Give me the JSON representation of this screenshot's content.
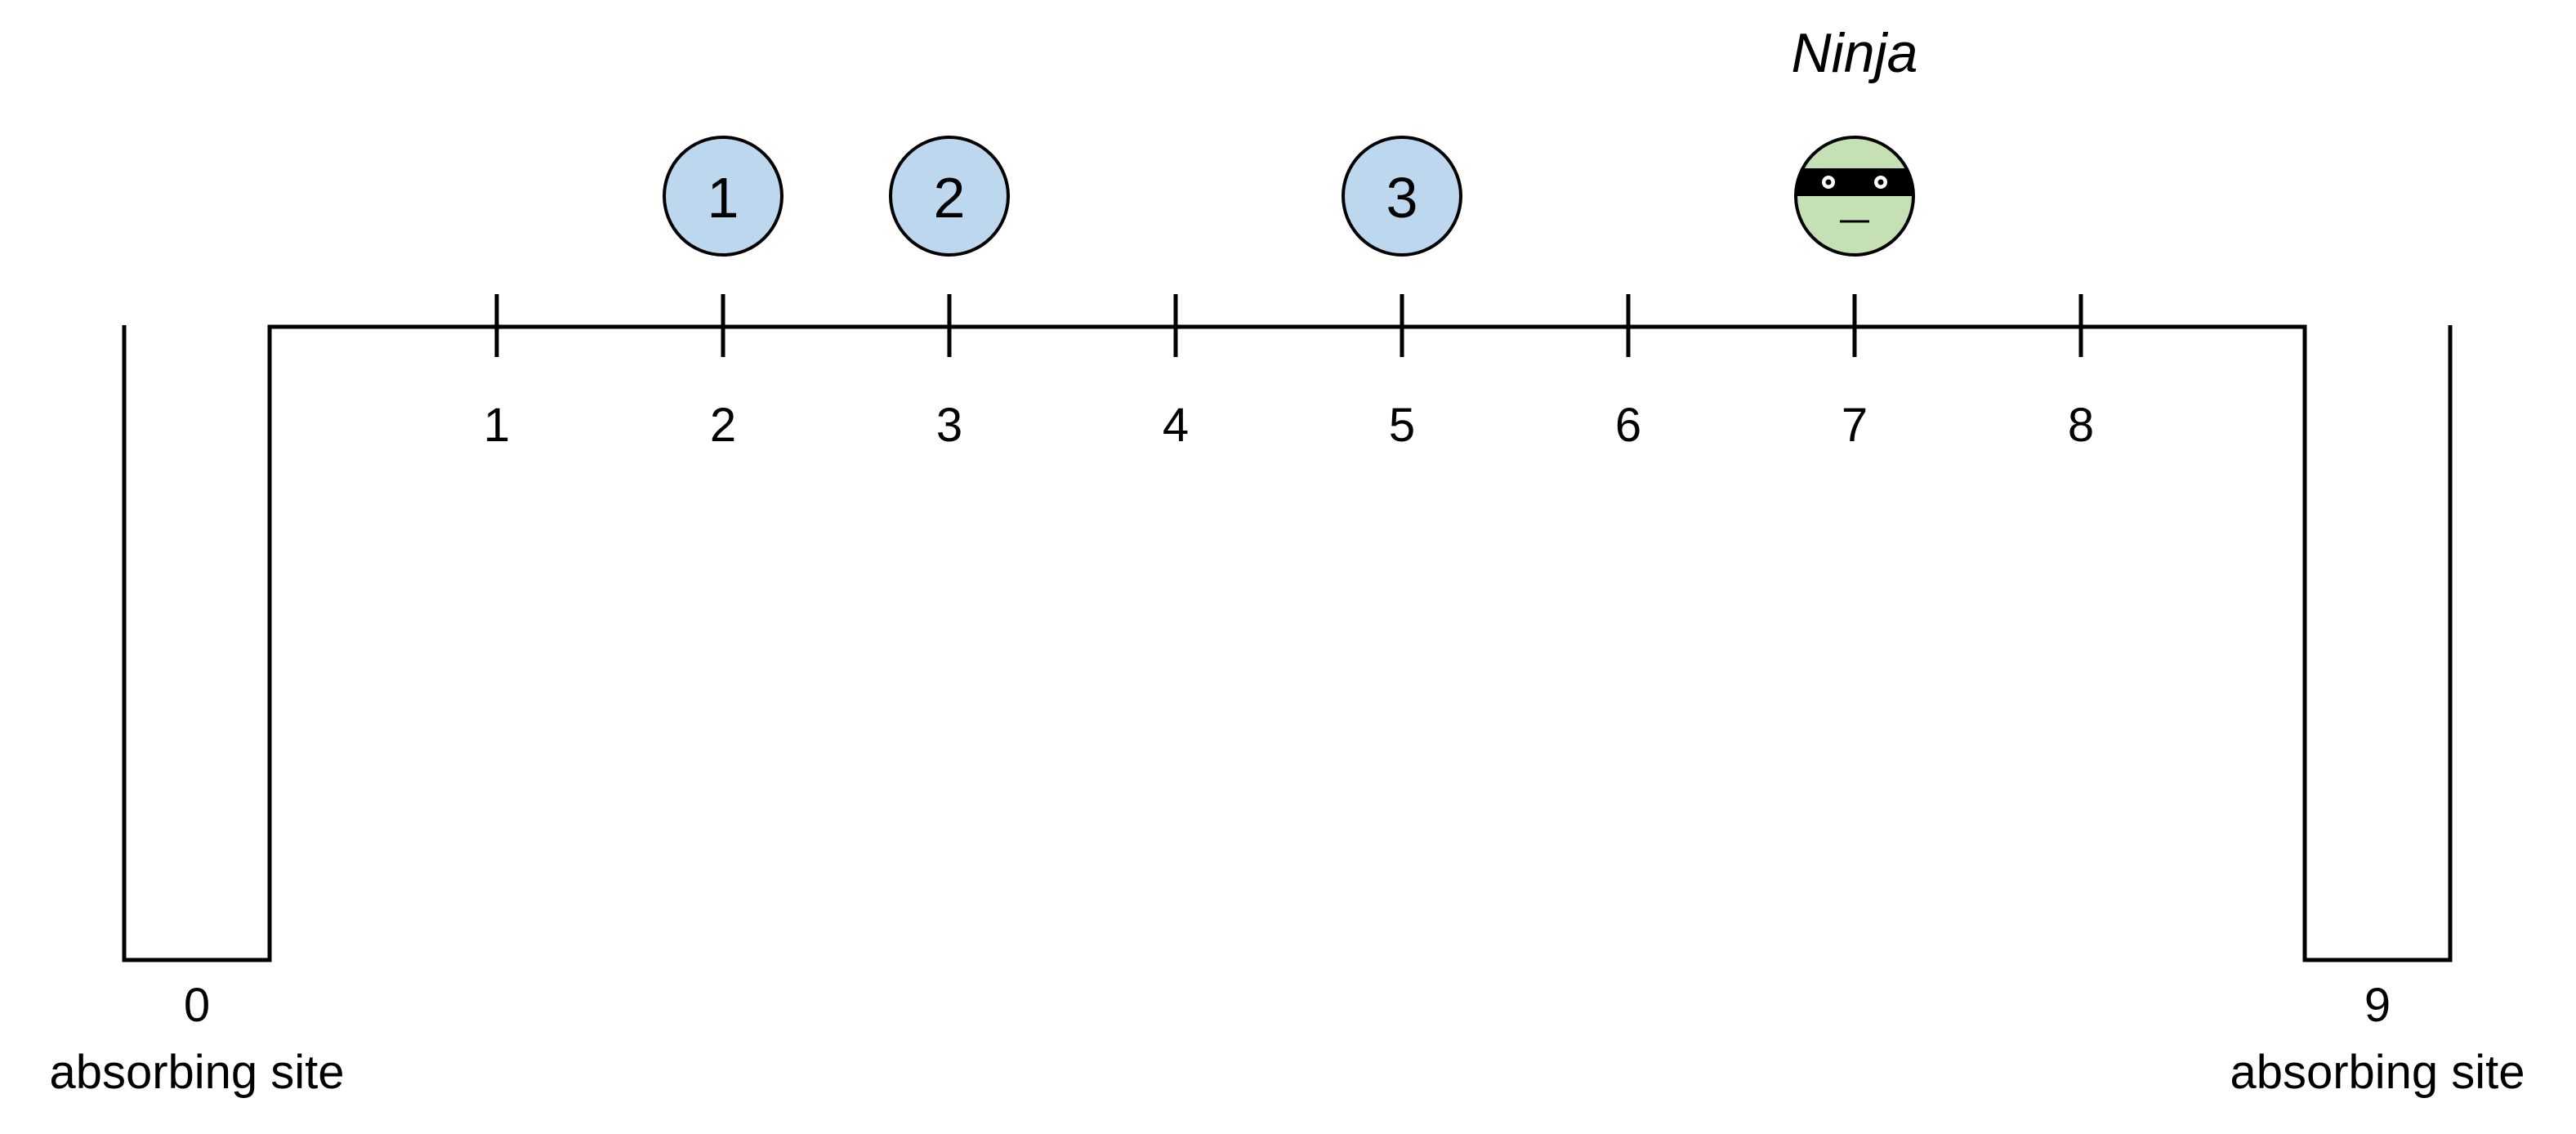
{
  "diagram": {
    "sites": {
      "left": {
        "number": "0",
        "label": "absorbing site"
      },
      "right": {
        "number": "9",
        "label": "absorbing site"
      }
    },
    "positions": [
      "1",
      "2",
      "3",
      "4",
      "5",
      "6",
      "7",
      "8"
    ],
    "particles": [
      {
        "label": "1",
        "position": 2
      },
      {
        "label": "2",
        "position": 3
      },
      {
        "label": "3",
        "position": 5
      }
    ],
    "ninja": {
      "label": "Ninja",
      "position": 7
    },
    "colors": {
      "particle_fill": "#bdd7ee",
      "ninja_fill": "#c5e0b4",
      "ninja_mask": "#000000",
      "line": "#000000"
    }
  }
}
